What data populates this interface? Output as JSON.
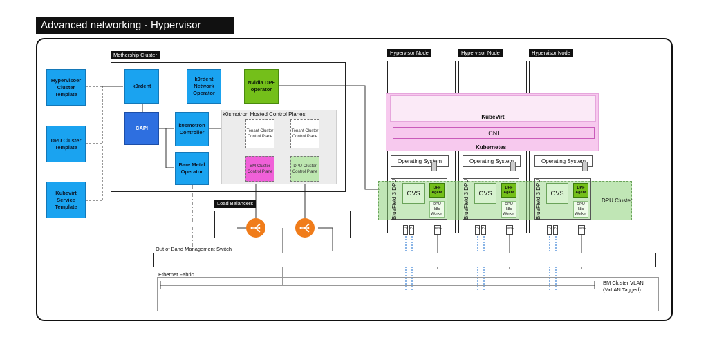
{
  "title": "Advanced networking - Hypervisor Cluster",
  "templates": [
    "Hypervisoer Cluster Template",
    "DPU Cluster Template",
    "Kubevirt Service Template"
  ],
  "mothership": {
    "label": "Mothership Cluster",
    "k0rdent": "k0rdent",
    "network_operator": "k0rdent Network Operator",
    "dpf_operator": "Nvidia DPF operator",
    "capi": "CAPI",
    "k0smotron_controller": "k0smotron Controller",
    "bare_metal_operator": "Bare Metal Operator",
    "hosted_cp_label": "k0smotron Hosted Control Planes",
    "tenant_cp": "Tenant Cluster Control Plane",
    "bm_cp": "BM Cluster Control Plane",
    "dpu_cp": "DPU Cluster Control Plane"
  },
  "load_balancers": "Load Balancers",
  "hypervisor_node_label": "Hypervisor Node",
  "kubevirt": "KubeVirt",
  "cni": "CNI",
  "kubernetes": "Kubernetes",
  "operating_system": "Operating System",
  "dpu_label": "BlueField 3 DPU",
  "ovs": "OVS",
  "dpf_agent": "DPF Agent",
  "dpu_worker": "DPU k8s Worker",
  "port_p0": "P0",
  "port_p1": "P1",
  "port_bmc": "BMC",
  "dpu_cluster": "DPU Cluster",
  "oob_switch": "Out of Band Management Switch",
  "ethernet_fabric": "Ethernet Fabric",
  "bm_vlan": "BM Cluster VLAN",
  "vxlan": "(VxLAN Tagged)",
  "colors": {
    "blue": "#1aa3f0",
    "dark_blue": "#2e6fe0",
    "green": "#74bf1a",
    "pink": "#f5c2ec",
    "magenta": "#f060d8",
    "light_green": "#bde7b0",
    "orange": "#f07c1a"
  }
}
